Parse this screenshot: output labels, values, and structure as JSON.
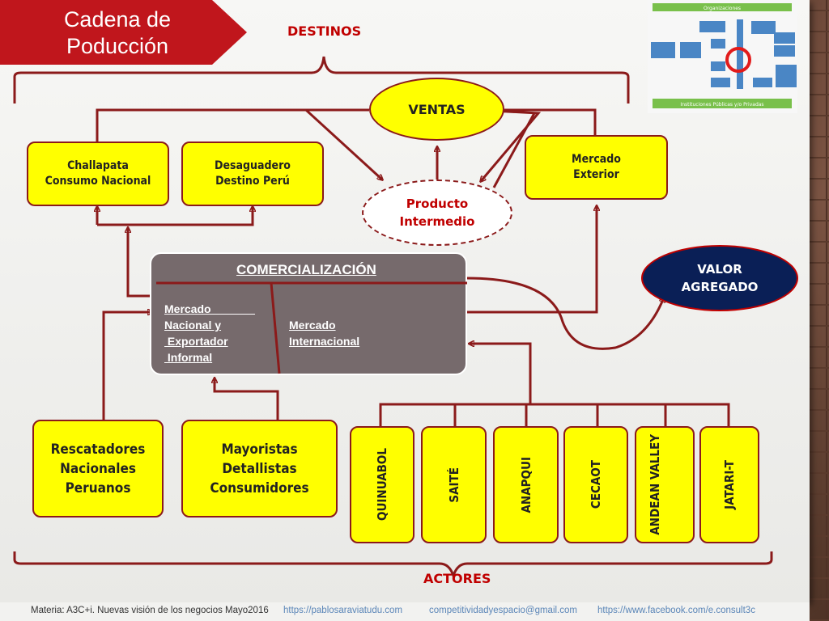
{
  "title": "Cadena de Poducción",
  "labels": {
    "destinos": "DESTINOS",
    "actores": "ACTORES"
  },
  "ventas": "VENTAS",
  "producto_intermedio": "Producto Intermedio",
  "valor_agregado": "VALOR AGREGADO",
  "destinos": [
    {
      "text": "Challapata Consumo Nacional"
    },
    {
      "text": "Desaguadero Destino Perú"
    },
    {
      "text": "Mercado Exterior"
    }
  ],
  "comercializacion": {
    "title": "COMERCIALIZACIÓN",
    "left_text": "Mercado              \nNacional y\n Exportador\n Informal",
    "right_text": "Mercado\nInternacional"
  },
  "actores_left": [
    {
      "text": "Rescatadores Nacionales Peruanos"
    },
    {
      "text": "Mayoristas Detallistas Consumidores"
    }
  ],
  "actores_org": [
    "QUINUABOL",
    "SAITÉ",
    "ANAPQUI",
    "CECAOT",
    "ANDEAN VALLEY",
    "JATARI-T"
  ],
  "thumbnail": {
    "top": "Organizaciones",
    "bottom": "Instituciones Públicas y/o Privadas"
  },
  "footer": {
    "materia": "Materia: A3C+i. Nuevas visión de los negocios Mayo2016",
    "link1": "https://pablosaraviatudu.com",
    "email": "competitividadyespacio@gmail.com",
    "link2": "https://www.facebook.com/e.consult3c"
  },
  "colors": {
    "arrow": "#8b1a1a",
    "accent": "#c00000",
    "yellow": "#ffff00",
    "valor": "#0a1f56"
  }
}
